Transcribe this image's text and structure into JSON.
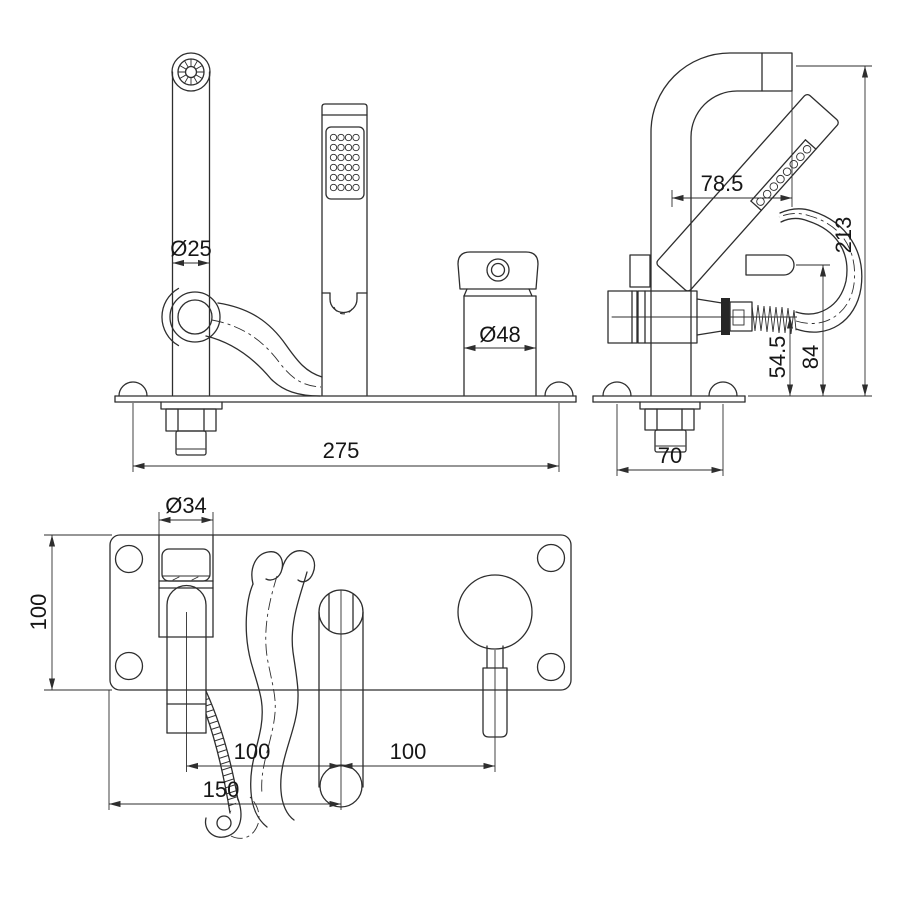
{
  "page": {
    "background": "#ffffff",
    "line_color": "#2e2e2e",
    "text_color": "#161616"
  },
  "dimensions": {
    "front_view": {
      "spout_diameter": "Ø25",
      "valve_diameter": "Ø48",
      "fixing_centres": "275"
    },
    "side_view": {
      "spout_reach": "78.5",
      "overall_height": "213",
      "hose_outlet_height": "54.5",
      "lever_height": "84",
      "fixing_centres_depth": "70"
    },
    "plan_view": {
      "spout_base_diameter": "Ø34",
      "plate_depth": "100",
      "spout_to_holder_centres": "100",
      "holder_to_valve_centres": "100",
      "plate_edge_to_holder": "150"
    }
  }
}
